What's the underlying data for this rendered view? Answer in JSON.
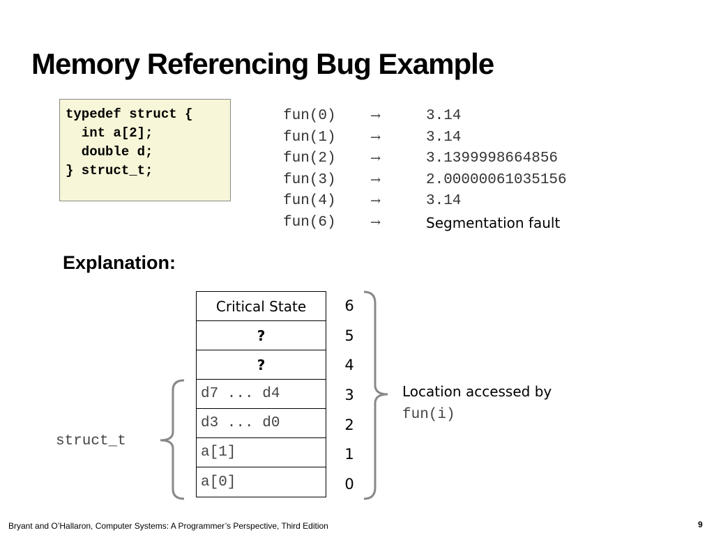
{
  "title": "Memory Referencing Bug Example",
  "code": "typedef struct {\n  int a[2];\n  double d;\n} struct_t;",
  "calls": [
    {
      "call": "fun(0)",
      "arrow": "→",
      "result": "3.14"
    },
    {
      "call": "fun(1)",
      "arrow": "→",
      "result": "3.14"
    },
    {
      "call": "fun(2)",
      "arrow": "→",
      "result": "3.1399998664856"
    },
    {
      "call": "fun(3)",
      "arrow": "→",
      "result": "2.00000061035156"
    },
    {
      "call": "fun(4)",
      "arrow": "→",
      "result": "3.14"
    },
    {
      "call": "fun(6)",
      "arrow": "→",
      "result": "Segmentation fault"
    }
  ],
  "explanation": "Explanation:",
  "memory": [
    "Critical State",
    "?",
    "?",
    "d7 ... d4",
    "d3 ... d0",
    "a[1]",
    "a[0]"
  ],
  "indices": [
    "6",
    "5",
    "4",
    "3",
    "2",
    "1",
    "0"
  ],
  "location_label": "Location accessed by",
  "location_code": "fun(i)",
  "struct_label": "struct_t",
  "footer": "Bryant and O’Hallaron, Computer Systems: A Programmer’s Perspective, Third Edition",
  "page": "9"
}
